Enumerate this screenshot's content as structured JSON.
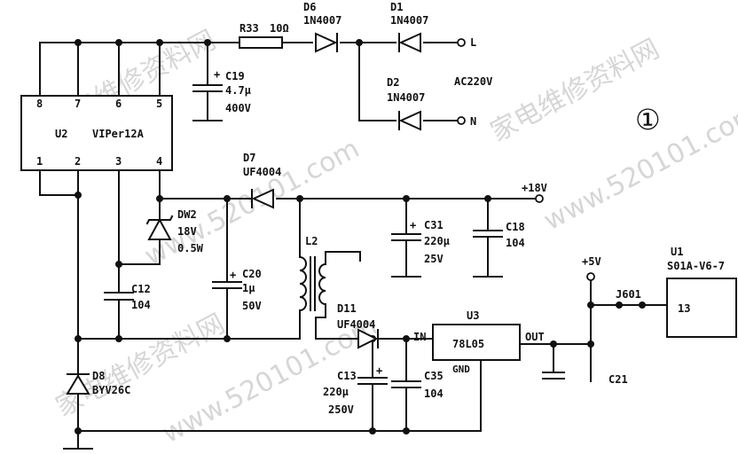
{
  "panel_marker": "①",
  "watermark": {
    "site": "www.520101.com",
    "name": "家电维修资料网"
  },
  "ac": {
    "label": "AC220V",
    "line": "L",
    "neutral": "N"
  },
  "rails": {
    "plus18": "+18V",
    "plus5": "+5V"
  },
  "ic_u2": {
    "ref": "U2",
    "part": "VIPer12A",
    "pins_top": [
      "8",
      "7",
      "6",
      "5"
    ],
    "pins_bottom": [
      "1",
      "2",
      "3",
      "4"
    ]
  },
  "ic_u3": {
    "ref": "U3",
    "part": "78L05",
    "in": "IN",
    "out": "OUT",
    "gnd": "GND"
  },
  "ic_u1": {
    "ref": "U1",
    "part": "S01A-V6-7",
    "pin": "13"
  },
  "connector": {
    "ref": "J601"
  },
  "components": {
    "r33": {
      "ref": "R33",
      "value": "10Ω"
    },
    "d6": {
      "ref": "D6",
      "part": "1N4007"
    },
    "d1": {
      "ref": "D1",
      "part": "1N4007"
    },
    "d2": {
      "ref": "D2",
      "part": "1N4007"
    },
    "c19": {
      "ref": "C19",
      "value": "4.7μ",
      "voltage": "400V"
    },
    "d7": {
      "ref": "D7",
      "part": "UF4004"
    },
    "dw2": {
      "ref": "DW2",
      "value": "18V",
      "power": "0.5W"
    },
    "c20": {
      "ref": "C20",
      "value": "1μ",
      "voltage": "50V"
    },
    "c12": {
      "ref": "C12",
      "value": "104"
    },
    "l2": {
      "ref": "L2"
    },
    "c31": {
      "ref": "C31",
      "value": "220μ",
      "voltage": "25V"
    },
    "c18": {
      "ref": "C18",
      "value": "104"
    },
    "d11": {
      "ref": "D11",
      "part": "UF4004"
    },
    "c13": {
      "ref": "C13",
      "value": "220μ",
      "voltage": "250V"
    },
    "c35": {
      "ref": "C35",
      "value": "104"
    },
    "d8": {
      "ref": "D8",
      "part": "BYV26C"
    },
    "c21": {
      "ref": "C21"
    }
  }
}
